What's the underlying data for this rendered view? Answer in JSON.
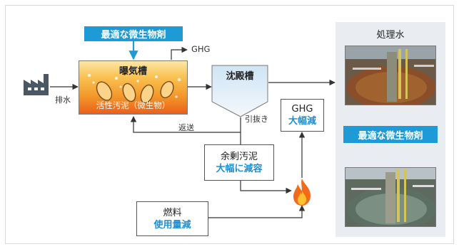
{
  "microbe_top_label": "最適な微生物剤",
  "ghg_top": "GHG",
  "wastewater_label": "排水",
  "aeration_tank": {
    "title": "曝気槽",
    "subtitle": "活性汚泥（微生物）"
  },
  "settling_tank": {
    "title": "沈殿槽"
  },
  "withdraw_label": "引抜き",
  "return_label": "返送",
  "ghg_box": {
    "line1": "GHG",
    "line2": "大幅減"
  },
  "sludge_box": {
    "line1": "余剰汚泥",
    "line2": "大幅に減容"
  },
  "fuel_box": {
    "line1": "燃料",
    "line2": "使用量減"
  },
  "treated_water": {
    "title": "処理水",
    "microbe_label": "最適な微生物剤"
  },
  "colors": {
    "accent_blue": "#1e9bd7",
    "highlight_text": "#1e8fd0",
    "panel_bg": "#e9edf1",
    "factory": "#4a5866",
    "flame": "#f26a1b"
  },
  "icons": [
    "factory-icon",
    "flame-icon",
    "microbe-icon"
  ]
}
